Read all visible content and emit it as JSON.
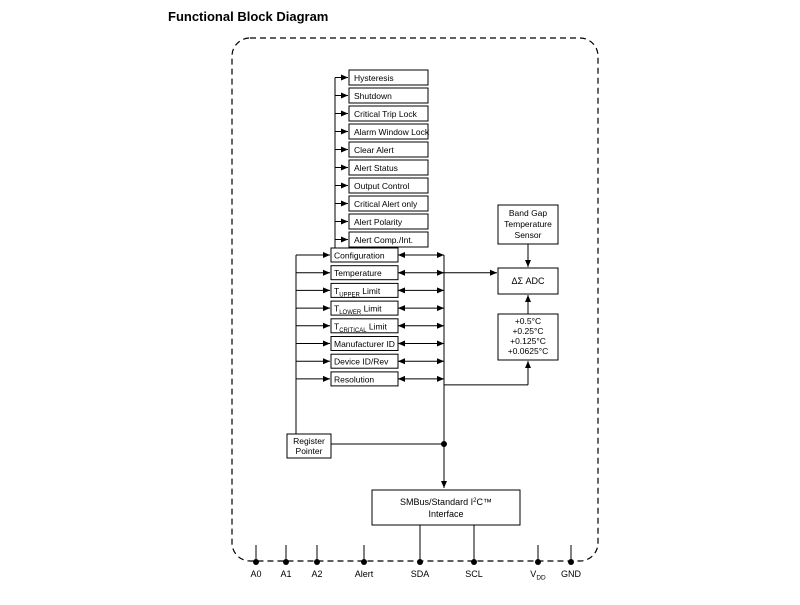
{
  "title": "Functional Block Diagram",
  "option_blocks": [
    "Hysteresis",
    "Shutdown",
    "Critical Trip Lock",
    "Alarm Window Lock",
    "Clear Alert",
    "Alert Status",
    "Output Control",
    "Critical Alert only",
    "Alert Polarity",
    "Alert Comp./Int."
  ],
  "registers": [
    {
      "main": "Configuration"
    },
    {
      "main": "Temperature"
    },
    {
      "main": "T",
      "sub": "UPPER",
      "rest": " Limit"
    },
    {
      "main": "T",
      "sub": "LOWER",
      "rest": " Limit"
    },
    {
      "main": "T",
      "sub": "CRITICAL",
      "rest": " Limit"
    },
    {
      "main": "Manufacturer ID"
    },
    {
      "main": "Device ID/Rev"
    },
    {
      "main": "Resolution"
    }
  ],
  "sensor": {
    "line1": "Band Gap",
    "line2": "Temperature",
    "line3": "Sensor"
  },
  "adc": {
    "label": "ΔΣ ADC"
  },
  "resolution_options": [
    "+0.5°C",
    "+0.25°C",
    "+0.125°C",
    "+0.0625°C"
  ],
  "register_pointer": {
    "line1": "Register",
    "line2": "Pointer"
  },
  "interface": {
    "line1_a": "SMBus/Standard I",
    "line1_sup": "2",
    "line1_b": "C™",
    "line2": "Interface"
  },
  "pins": [
    {
      "main": "A0"
    },
    {
      "main": "A1"
    },
    {
      "main": "A2"
    },
    {
      "main": "Alert"
    },
    {
      "main": "SDA"
    },
    {
      "main": "SCL"
    },
    {
      "main": "V",
      "sub": "DD"
    },
    {
      "main": "GND"
    }
  ]
}
